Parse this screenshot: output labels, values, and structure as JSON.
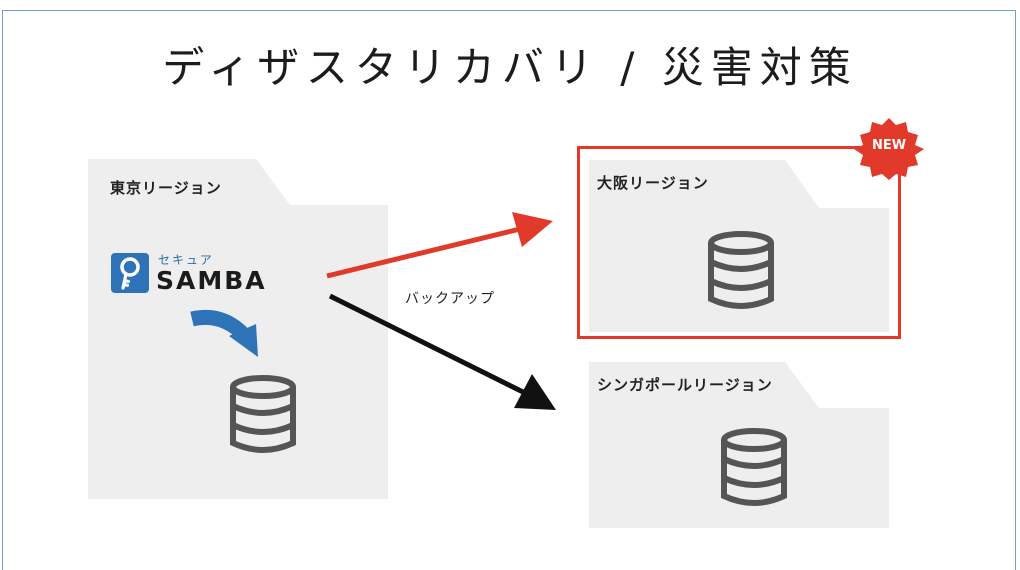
{
  "title": "ディザスタリカバリ / 災害対策",
  "regions": {
    "tokyo": {
      "label": "東京リージョン"
    },
    "osaka": {
      "label": "大阪リージョン"
    },
    "singapore": {
      "label": "シンガポールリージョン"
    }
  },
  "logo": {
    "small_text": "セキュア",
    "brand_text": "SAMBA"
  },
  "backup_label": "バックアップ",
  "badge": {
    "text": "NEW"
  },
  "colors": {
    "highlight_red": "#e23a2a",
    "folder_gray": "#eeeeee",
    "arrow_black": "#111111",
    "curve_blue": "#2e73b8",
    "frame_blue": "#6fa0cf"
  }
}
